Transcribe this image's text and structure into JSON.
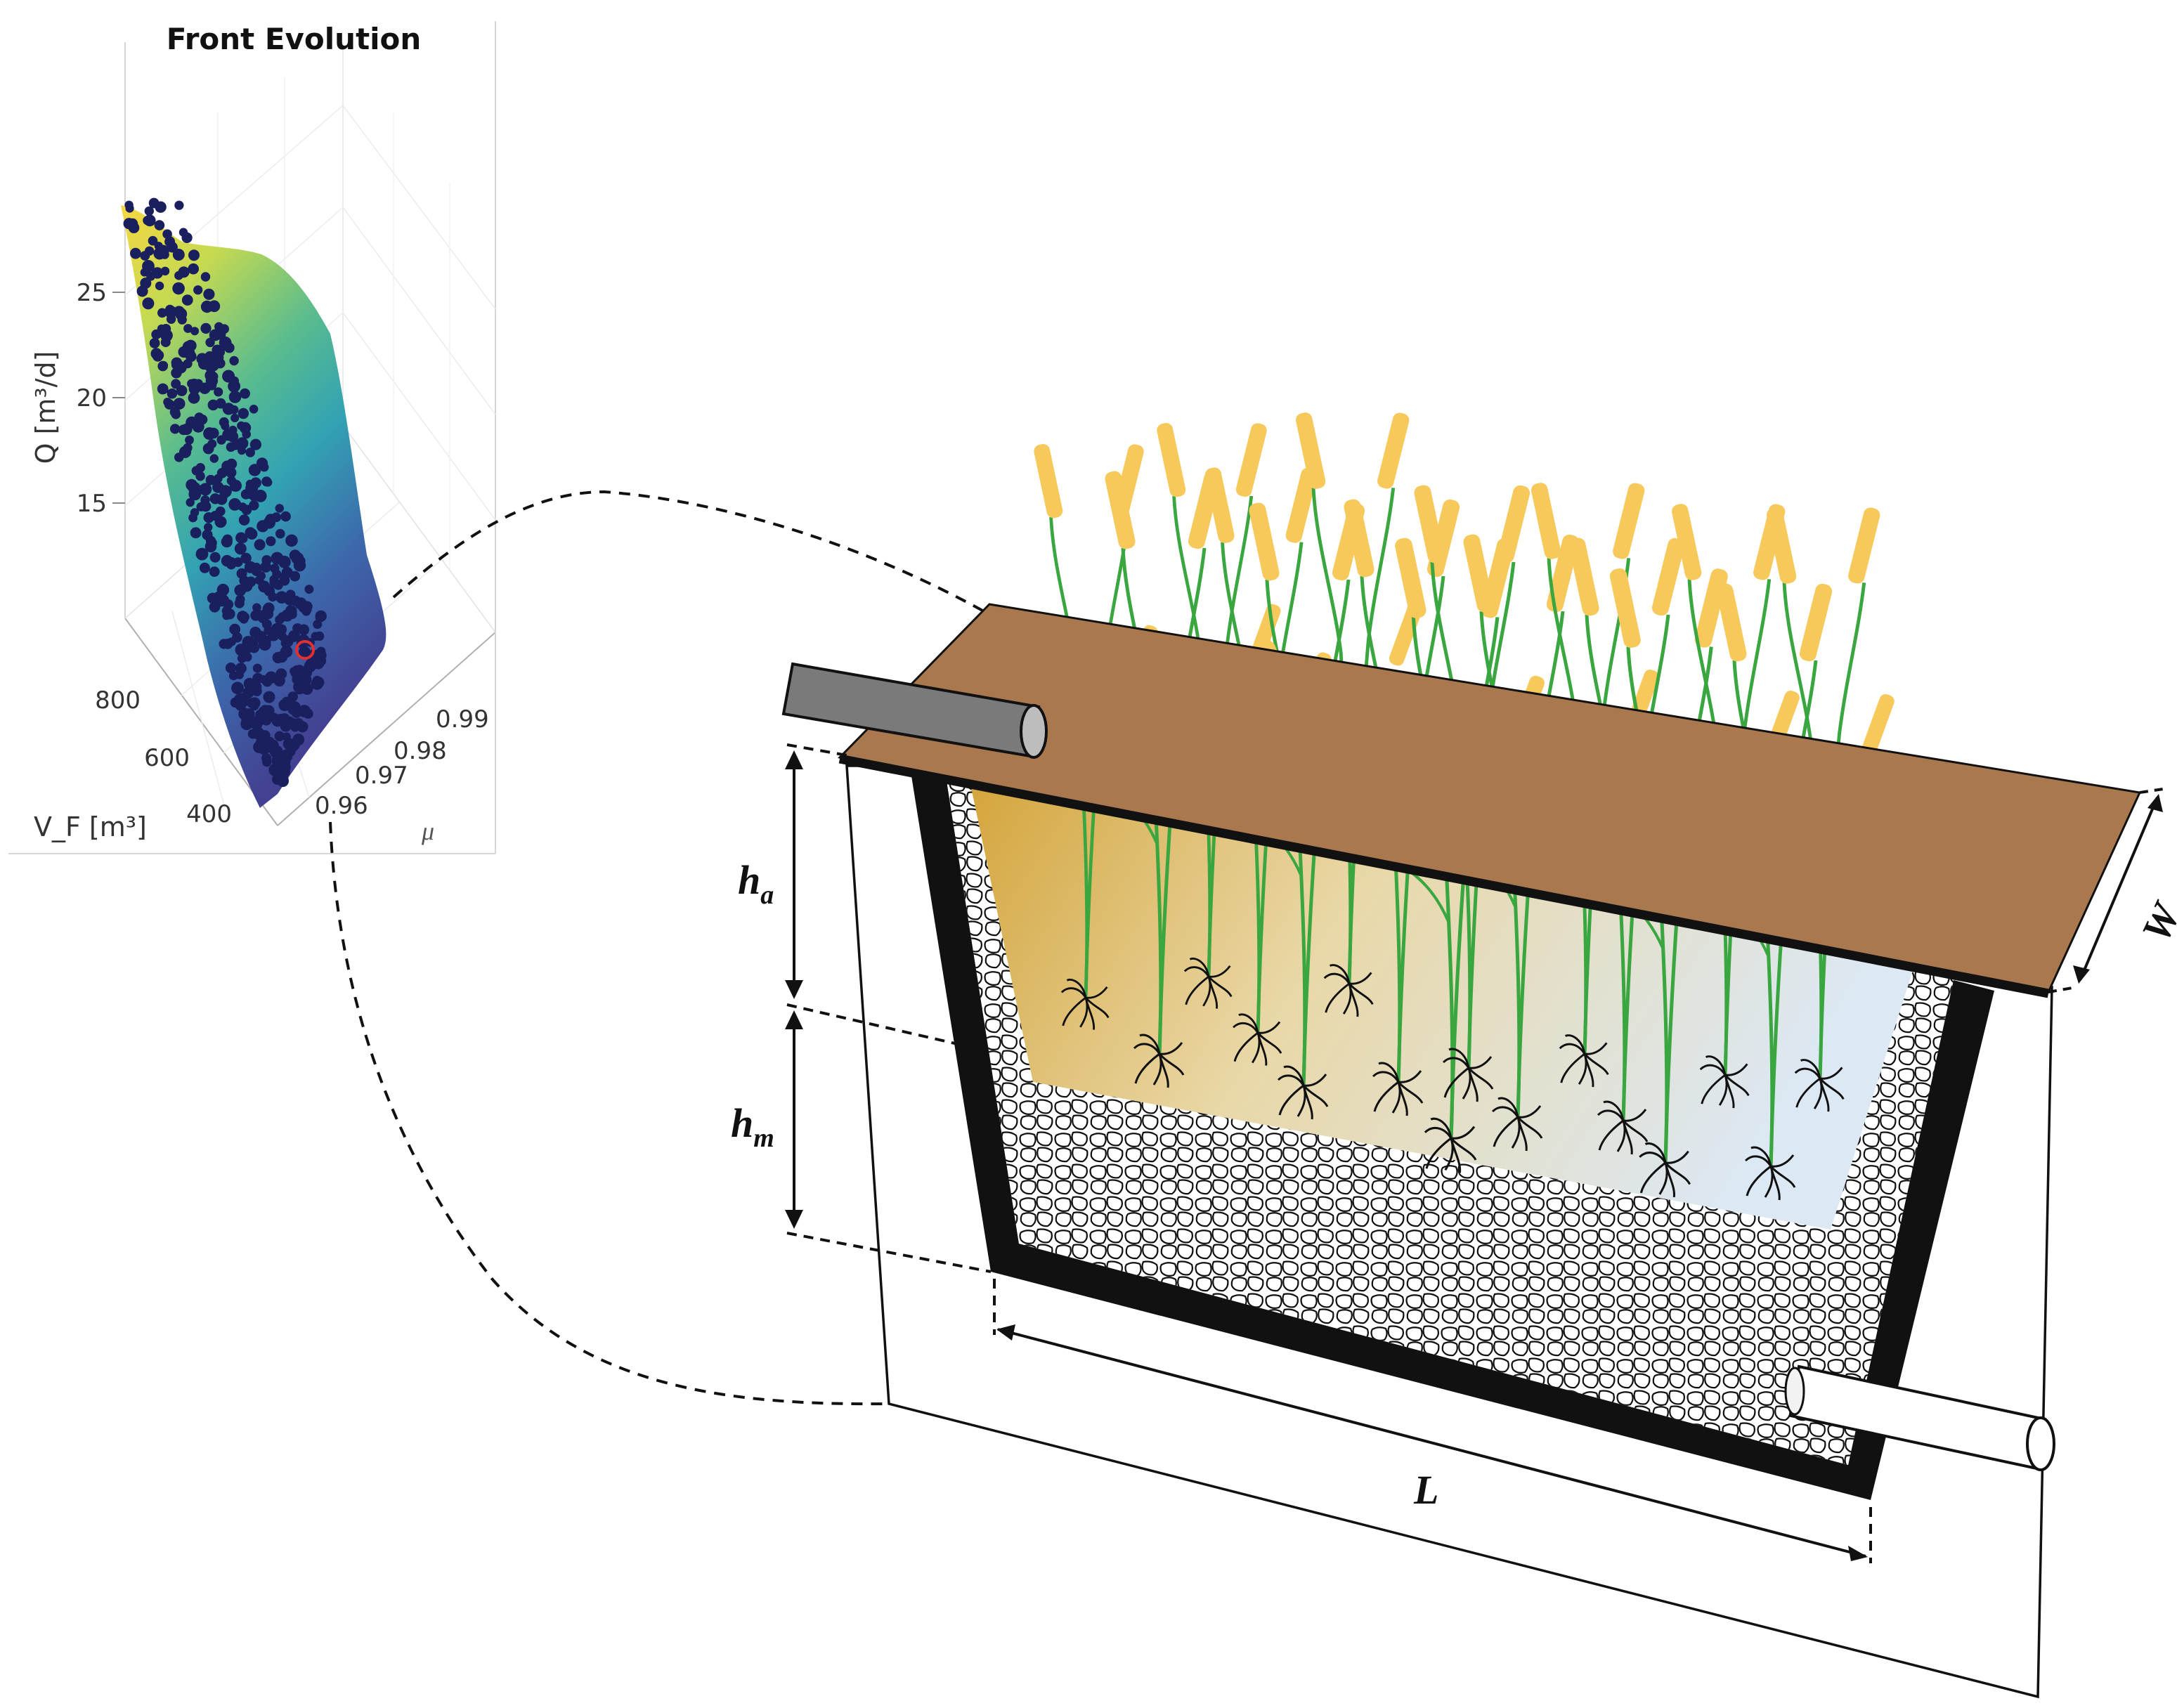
{
  "plot": {
    "title": "Front Evolution",
    "z_label": "Q [m³/d]",
    "x_label": "V_F [m³]",
    "y_label": "μ",
    "z_ticks": [
      "25",
      "20",
      "15"
    ],
    "x_ticks": [
      "800",
      "600",
      "400"
    ],
    "y_ticks": [
      "0.99",
      "0.98",
      "0.97",
      "0.96"
    ]
  },
  "wetland": {
    "height_a_label": "h",
    "height_a_sub": "a",
    "height_m_label": "h",
    "height_m_sub": "m",
    "length_label": "L",
    "width_label": "W"
  },
  "colors": {
    "soil_top": "#a9784f",
    "water_warm": "#d4a43a",
    "water_cool": "#dce8f4",
    "gravel_fill": "#ffffff",
    "plant_stem": "#3aa640",
    "plant_head": "#f7c85a",
    "front_points": "#1a1f5e",
    "selected_point": "#e23030"
  }
}
